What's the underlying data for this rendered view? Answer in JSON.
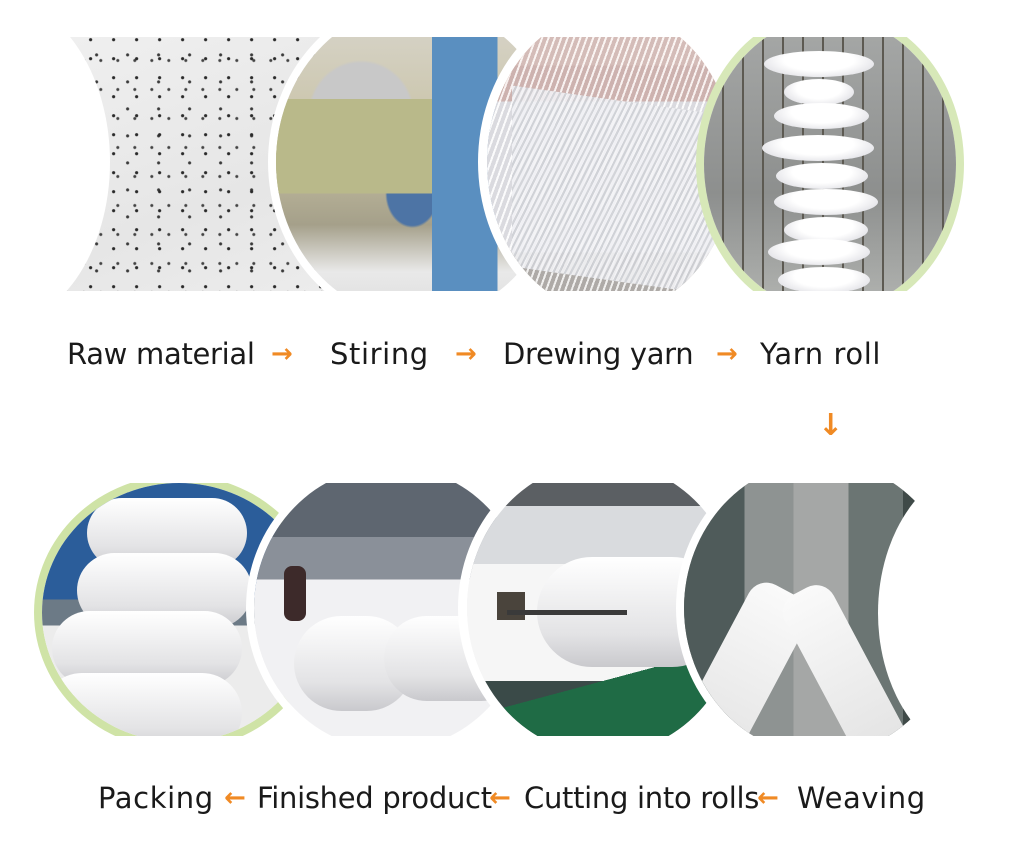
{
  "title": "Production process flow",
  "accent_color": "#f08a24",
  "frame_color": "#d7e8b8",
  "top_row": {
    "steps": [
      {
        "label": "Raw material",
        "photo": "white plastic granules"
      },
      {
        "label": "Stiring",
        "photo": "extrusion mixing machine"
      },
      {
        "label": "Drewing yarn",
        "photo": "yarn drawing rollers"
      },
      {
        "label": "Yarn roll",
        "photo": "stacked white yarn spools"
      }
    ],
    "arrows": [
      "→",
      "→",
      "→"
    ]
  },
  "connector": {
    "arrow": "↓"
  },
  "bottom_row": {
    "steps": [
      {
        "label": "Packing",
        "photo": "packed white rolls"
      },
      {
        "label": "Finished product",
        "photo": "workers with finished rolls"
      },
      {
        "label": "Cutting into rolls",
        "photo": "roll cutting machine"
      },
      {
        "label": "Weaving",
        "photo": "weaving machine aisle"
      }
    ],
    "arrows": [
      "←",
      "←",
      "←"
    ]
  }
}
